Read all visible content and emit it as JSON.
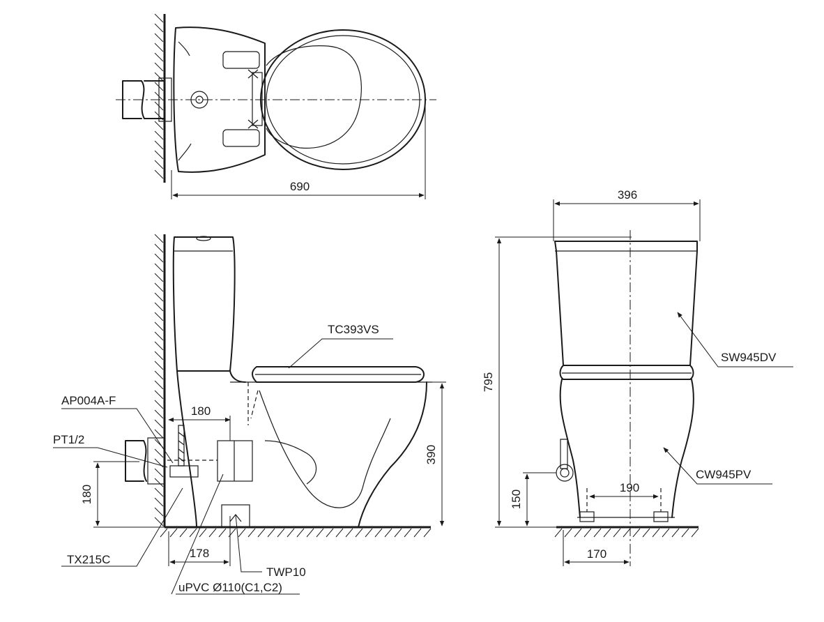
{
  "dimensions": {
    "top_length": "690",
    "front_width": "396",
    "total_height": "795",
    "side_height": "390",
    "supply_height_side": "180",
    "supply_offset": "180",
    "outlet_distance": "178",
    "supply_height_front": "150",
    "bolt_spacing": "190",
    "front_offset": "170"
  },
  "parts": {
    "seat": "TC393VS",
    "valve": "AP004A-F",
    "thread": "PT1/2",
    "hose": "TX215C",
    "flange": "TWP10",
    "pipe": "uPVC Ø110(C1,C2)",
    "tank": "SW945DV",
    "bowl": "CW945PV"
  }
}
